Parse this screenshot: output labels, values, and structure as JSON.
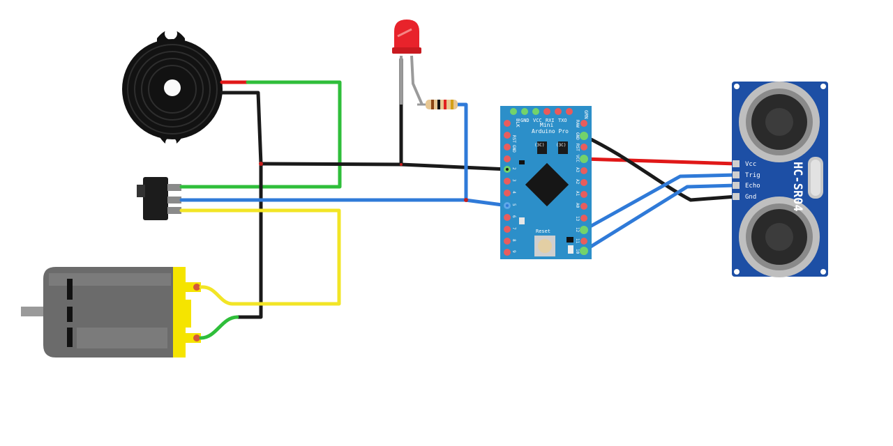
{
  "arduino": {
    "brand_line1": "Mini",
    "brand_line2": "Arduino Pro",
    "reset_label": "Reset",
    "top_pins": [
      "BLK",
      "GND",
      "VCC",
      "RXI",
      "TXO",
      "GRN"
    ],
    "left_pins": [
      "RST",
      "GND",
      "2",
      "3",
      "4",
      "5",
      "6",
      "7",
      "8",
      "9"
    ],
    "right_pins": [
      "RAW",
      "GND",
      "RST",
      "VCC",
      "A3",
      "A2",
      "A1",
      "A0",
      "13",
      "12",
      "11",
      "10"
    ]
  },
  "sensor": {
    "model": "HC-SR04",
    "pins": [
      "Vcc",
      "Trig",
      "Echo",
      "Gnd"
    ]
  },
  "colors": {
    "wire_green": "#2fbe3a",
    "wire_black": "#1a1a1a",
    "wire_red": "#e01818",
    "wire_blue": "#2f7ad8",
    "wire_yellow": "#f2e526",
    "board_blue": "#2c8fc9",
    "sensor_blue": "#1d4fa5",
    "motor_gray": "#707070",
    "motor_yellow": "#f5e400",
    "led_red": "#e8232b"
  },
  "components": [
    "piezo-buzzer",
    "slide-switch",
    "dc-motor",
    "red-led",
    "resistor",
    "arduino-pro-mini",
    "hc-sr04-ultrasonic-sensor"
  ]
}
